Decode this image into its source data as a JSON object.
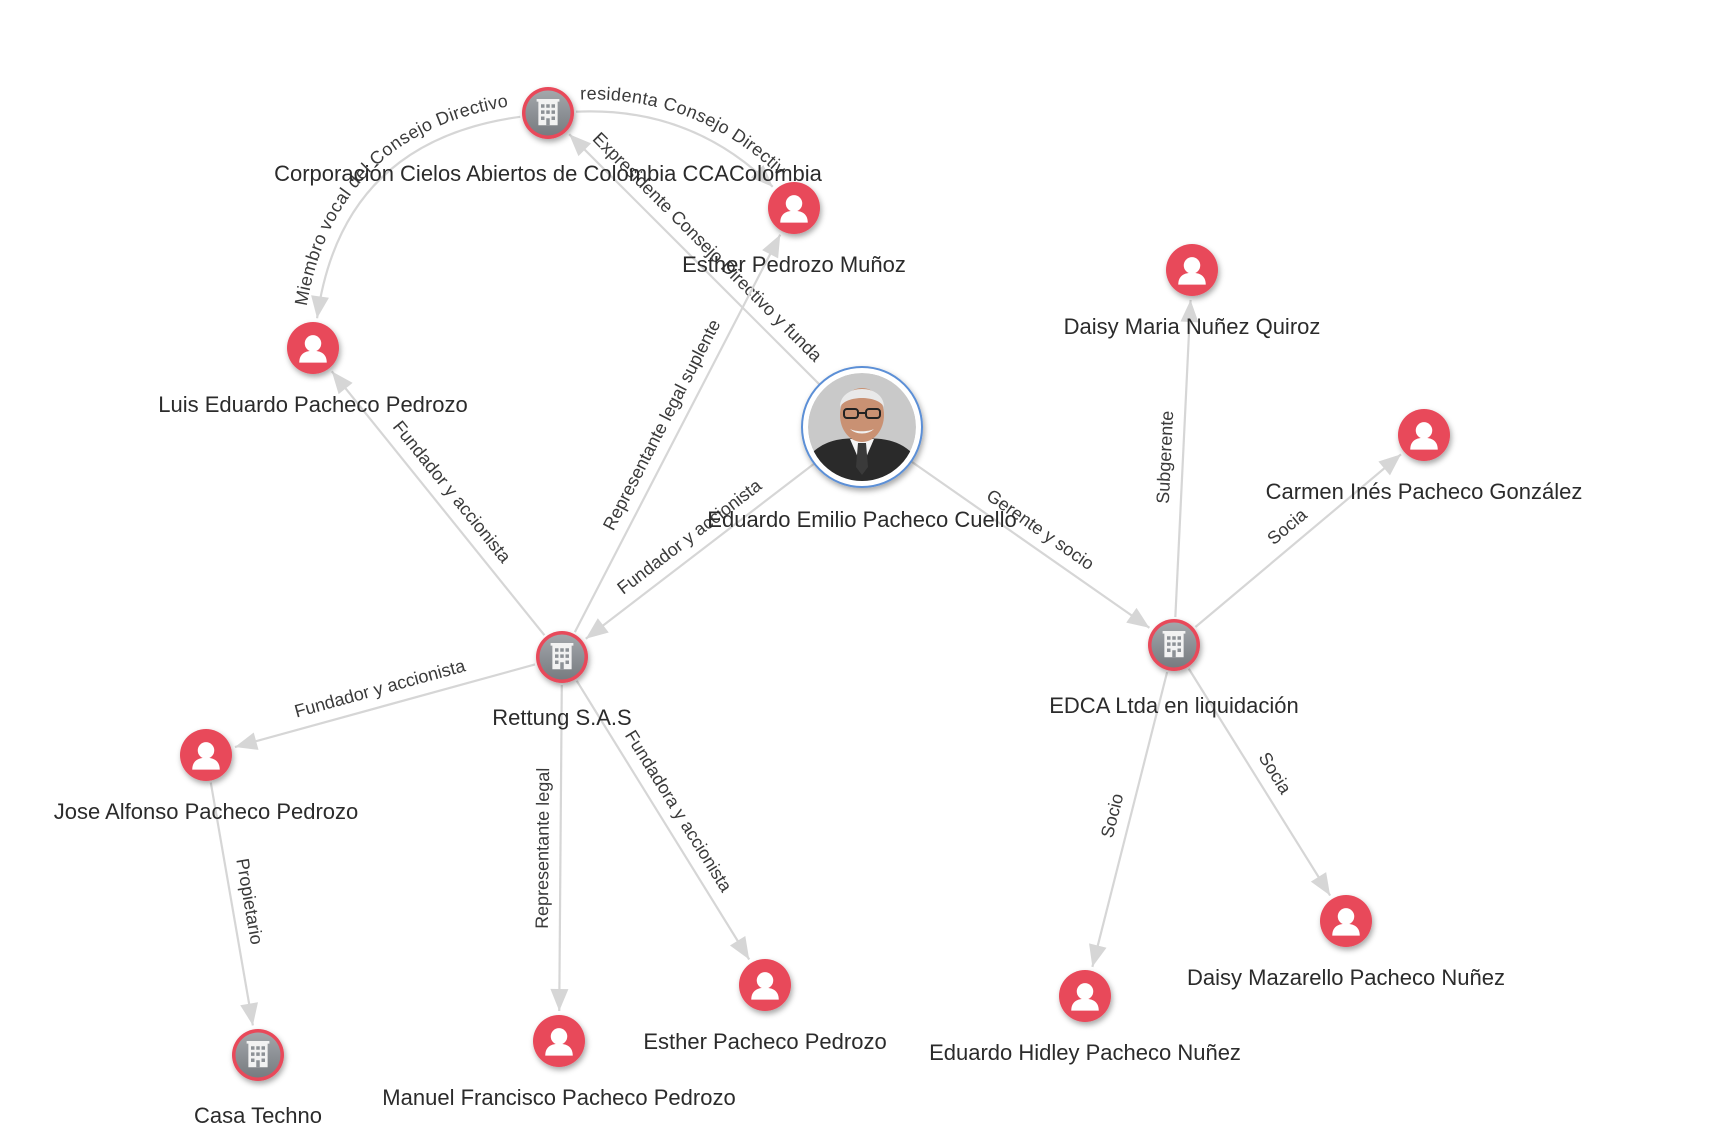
{
  "colors": {
    "person": "#e8495a",
    "company_fill": "#8d9196",
    "company_ring": "#e8495a",
    "edge": "#d6d6d6",
    "focus_ring": "#5b8fd6"
  },
  "icons": {
    "person": "person-silhouette-icon",
    "company": "building-icon",
    "photo": "portrait-photo-icon"
  },
  "nodes": [
    {
      "id": "ccac",
      "type": "company",
      "label": "Corporación Cielos Abiertos de Colombia CCAColombia"
    },
    {
      "id": "esther_pm",
      "type": "person",
      "label": "Esther Pedrozo Muñoz"
    },
    {
      "id": "luis",
      "type": "person",
      "label": "Luis Eduardo Pacheco Pedrozo"
    },
    {
      "id": "eduardo",
      "type": "photo",
      "label": "Eduardo Emilio Pacheco Cuello"
    },
    {
      "id": "daisy_mnq",
      "type": "person",
      "label": "Daisy Maria Nuñez Quiroz"
    },
    {
      "id": "carmen",
      "type": "person",
      "label": "Carmen Inés Pacheco González"
    },
    {
      "id": "rettung",
      "type": "company",
      "label": "Rettung S.A.S"
    },
    {
      "id": "edca",
      "type": "company",
      "label": "EDCA Ltda en liquidación"
    },
    {
      "id": "jose",
      "type": "person",
      "label": "Jose Alfonso Pacheco Pedrozo"
    },
    {
      "id": "casa",
      "type": "company",
      "label": "Casa Techno"
    },
    {
      "id": "manuel",
      "type": "person",
      "label": "Manuel Francisco Pacheco Pedrozo"
    },
    {
      "id": "esther_pp",
      "type": "person",
      "label": "Esther Pacheco Pedrozo"
    },
    {
      "id": "eduardo_h",
      "type": "person",
      "label": "Eduardo Hidley Pacheco Nuñez"
    },
    {
      "id": "daisy_mp",
      "type": "person",
      "label": "Daisy Mazarello Pacheco Nuñez"
    }
  ],
  "edges": [
    {
      "from": "ccac",
      "to": "esther_pm",
      "label": "Presidenta Consejo Directivo"
    },
    {
      "from": "ccac",
      "to": "luis",
      "label": "Miembro vocal del Consejo Directivo"
    },
    {
      "from": "eduardo",
      "to": "ccac",
      "label": "Expresidente Consejo Directivo y funda"
    },
    {
      "from": "rettung",
      "to": "esther_pm",
      "label": "Representante legal suplente"
    },
    {
      "from": "rettung",
      "to": "luis",
      "label": "Fundador y accionista"
    },
    {
      "from": "eduardo",
      "to": "rettung",
      "label": "Fundador y accionista"
    },
    {
      "from": "eduardo",
      "to": "edca",
      "label": "Gerente y socio"
    },
    {
      "from": "edca",
      "to": "daisy_mnq",
      "label": "Subgerente"
    },
    {
      "from": "edca",
      "to": "carmen",
      "label": "Socia"
    },
    {
      "from": "rettung",
      "to": "jose",
      "label": "Fundador y accionista"
    },
    {
      "from": "rettung",
      "to": "manuel",
      "label": "Representante legal"
    },
    {
      "from": "rettung",
      "to": "esther_pp",
      "label": "Fundadora y accionista"
    },
    {
      "from": "jose",
      "to": "casa",
      "label": "Propietario"
    },
    {
      "from": "edca",
      "to": "eduardo_h",
      "label": "Socio"
    },
    {
      "from": "edca",
      "to": "daisy_mp",
      "label": "Socia"
    }
  ]
}
